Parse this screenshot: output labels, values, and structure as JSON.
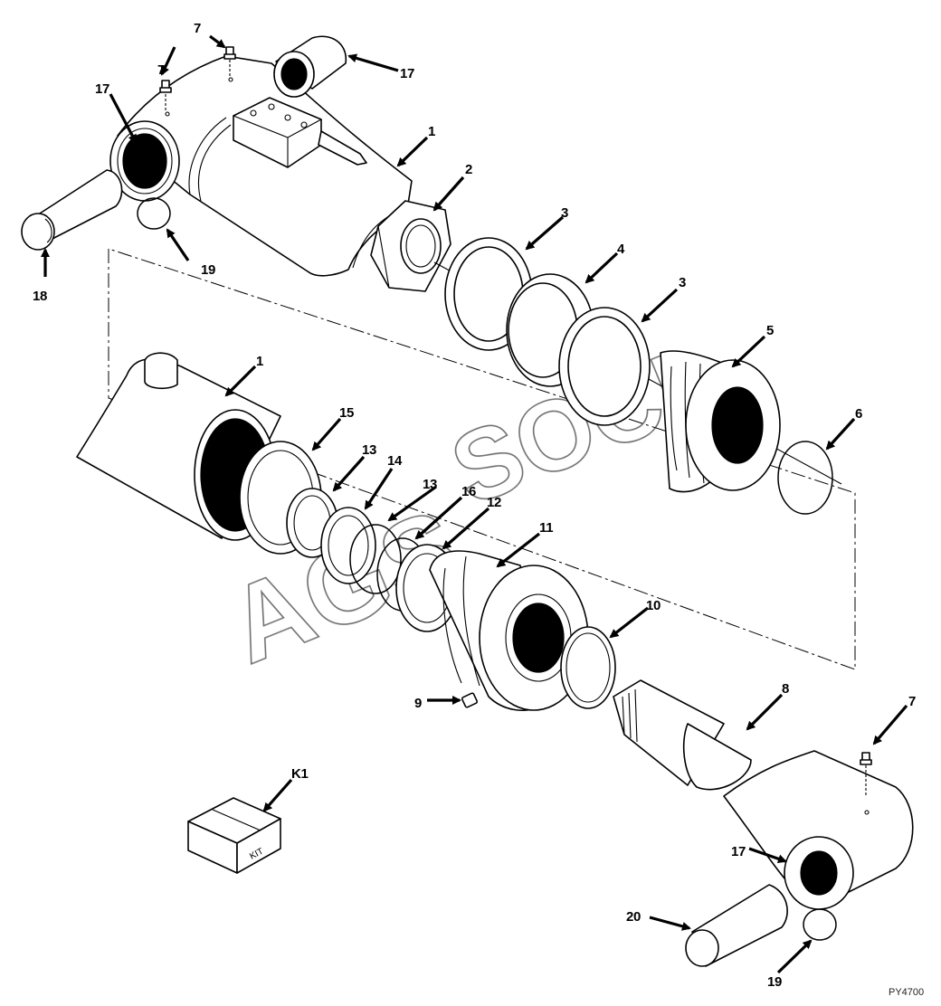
{
  "figure_id": "PY4700",
  "watermark": {
    "line1": "AGS",
    "line2": "SOCL"
  },
  "kit_label": "KIT",
  "callouts": {
    "c7a": "7",
    "c7b": "7",
    "c7c": "7",
    "c17a": "17",
    "c17b": "17",
    "c17c": "17",
    "c1a": "1",
    "c1b": "1",
    "c2": "2",
    "c3a": "3",
    "c3b": "3",
    "c4": "4",
    "c5": "5",
    "c6": "6",
    "c8": "8",
    "c9": "9",
    "c10": "10",
    "c11": "11",
    "c12": "12",
    "c13a": "13",
    "c13b": "13",
    "c14": "14",
    "c15": "15",
    "c16": "16",
    "c18": "18",
    "c19a": "19",
    "c19b": "19",
    "c20": "20",
    "cK1": "K1"
  }
}
